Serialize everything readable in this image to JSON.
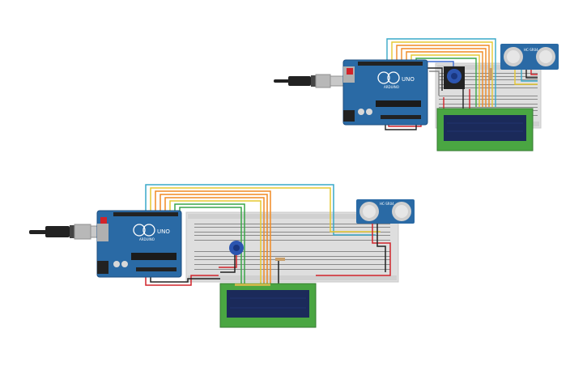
{
  "board_labels": {
    "brand": "ARDUINO",
    "model": "UNO",
    "sensor_model": "HC-SR04"
  },
  "colors": {
    "board_blue": "#2a6aa5",
    "board_dark": "#1f4f80",
    "breadboard": "#e0e0e0",
    "lcd_green": "#4aa642",
    "lcd_screen": "#1b2a5a",
    "wire_red": "#d1232a",
    "wire_black": "#222222",
    "wire_yellow": "#e6c830",
    "wire_orange": "#f08a24",
    "wire_green": "#3aa648",
    "wire_teal": "#38a8c8",
    "wire_blue": "#3a6ad0",
    "wire_gray": "#888888"
  },
  "icons": [
    "usb-plug-icon",
    "potentiometer-icon",
    "resistor-icon"
  ]
}
